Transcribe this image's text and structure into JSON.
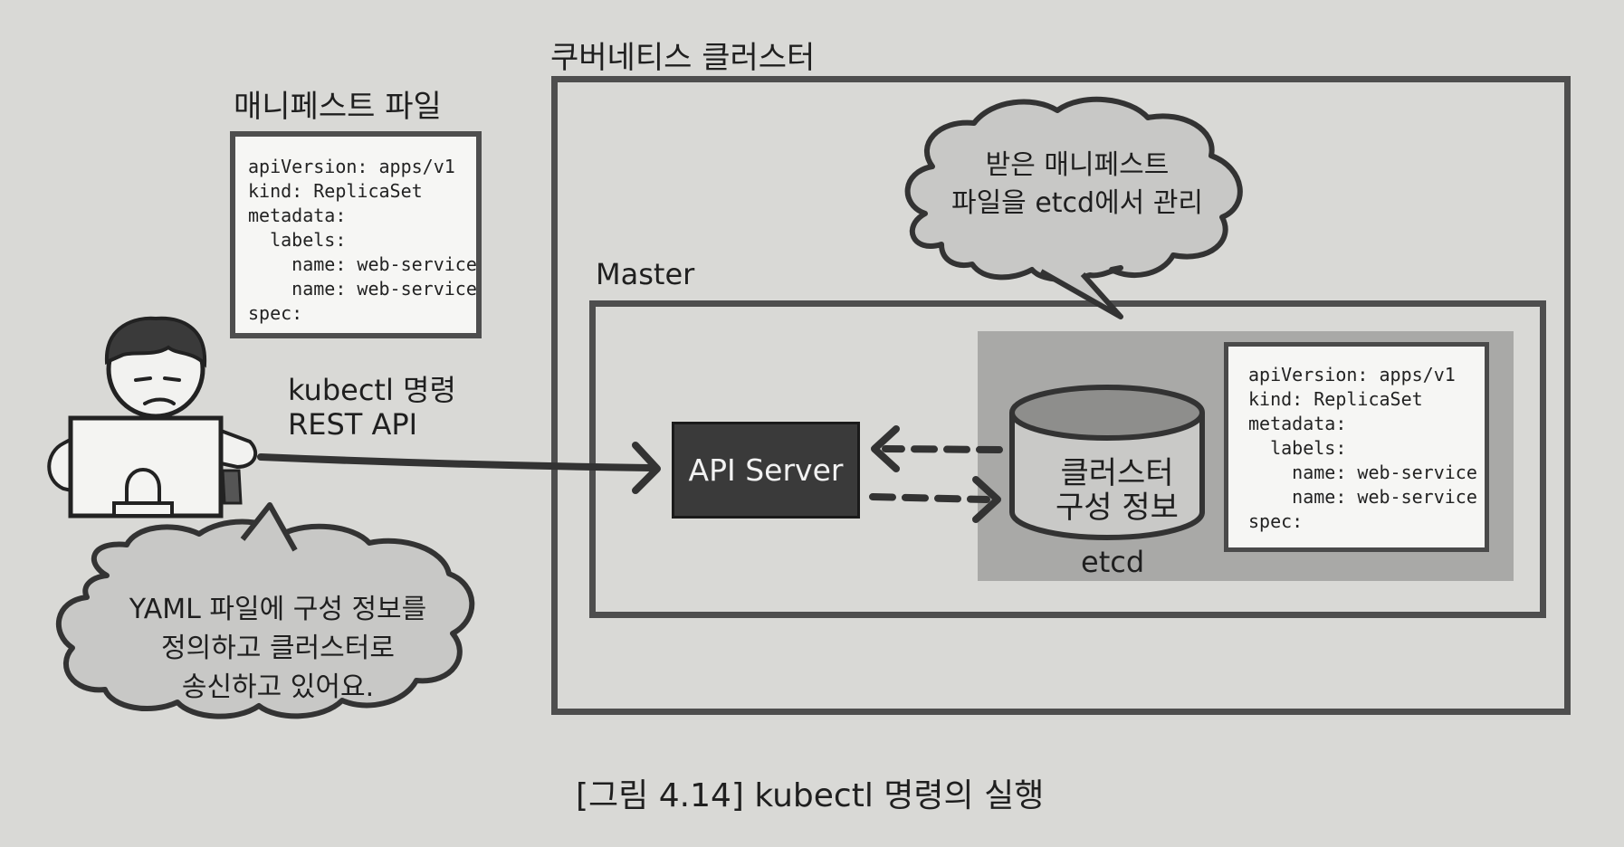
{
  "cluster": {
    "title": "쿠버네티스 클러스터"
  },
  "master": {
    "label": "Master"
  },
  "manifest": {
    "title": "매니페스트 파일",
    "lines": [
      "apiVersion: apps/v1",
      "kind: ReplicaSet",
      "metadata:",
      "  labels:",
      "    name: web-service",
      "    name: web-service",
      "spec:"
    ]
  },
  "command": {
    "line1": "kubectl 명령",
    "line2": "REST API"
  },
  "api_server": {
    "label": "API Server"
  },
  "etcd": {
    "label": "etcd",
    "cylinder_line1": "클러스터",
    "cylinder_line2": "구성 정보",
    "manifest_lines": [
      "apiVersion: apps/v1",
      "kind: ReplicaSet",
      "metadata:",
      "  labels:",
      "    name: web-service",
      "    name: web-service",
      "spec:"
    ]
  },
  "bubbles": {
    "top": {
      "line1": "받은 매니페스트",
      "line2": "파일을 etcd에서 관리"
    },
    "bottom": {
      "line1": "YAML 파일에 구성 정보를",
      "line2": "정의하고 클러스터로",
      "line3": "송신하고 있어요."
    }
  },
  "caption": "[그림 4.14] kubectl 명령의 실행",
  "colors": {
    "background": "#d9d9d6",
    "bubble_fill": "#c8c8c6",
    "etcd_panel": "#a9a9a7",
    "api_server": "#3a3a3a"
  }
}
